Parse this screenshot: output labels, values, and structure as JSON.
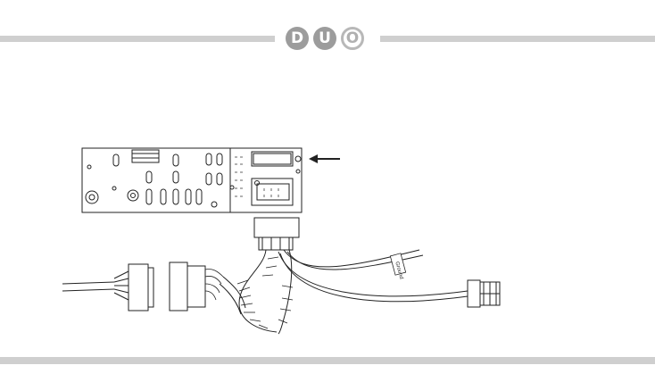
{
  "logo": {
    "letters": [
      "D",
      "U",
      "O"
    ]
  },
  "diagram": {
    "cable_tag": "Ground",
    "colors": {
      "rule": "#cfcfcf",
      "line": "#222222",
      "logo_fill": "#9c9c9c"
    }
  }
}
